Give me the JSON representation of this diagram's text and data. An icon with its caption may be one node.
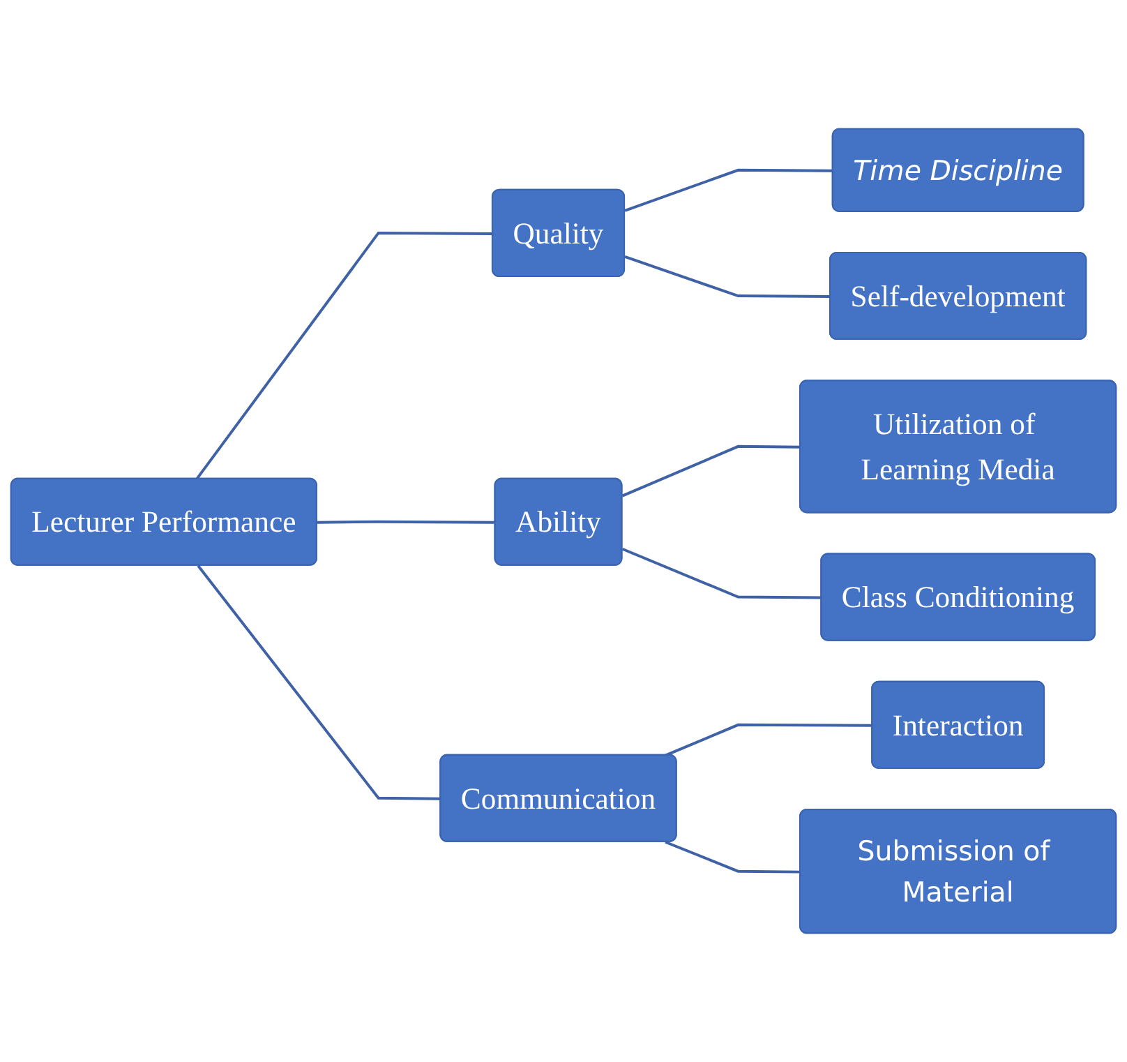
{
  "diagram": {
    "nodes": [
      {
        "text": [
          "Lecturer Performance"
        ]
      },
      {
        "text": [
          "Quality"
        ]
      },
      {
        "text": [
          "Time Discipline"
        ]
      },
      {
        "text": [
          "Self-development"
        ]
      },
      {
        "text": [
          "Ability"
        ]
      },
      {
        "text": [
          "Utilization of Learning Media"
        ]
      },
      {
        "text": [
          "Class Conditioning"
        ]
      },
      {
        "text": [
          "Communication"
        ]
      },
      {
        "text": [
          "Interaction"
        ]
      },
      {
        "text": [
          "Submission of Material"
        ]
      }
    ],
    "edges": [
      {
        "from": 0,
        "to": 1,
        "arrow": "none"
      },
      {
        "from": 0,
        "to": 4,
        "arrow": "none"
      },
      {
        "from": 0,
        "to": 7,
        "arrow": "none"
      },
      {
        "from": 1,
        "to": 2,
        "arrow": "none"
      },
      {
        "from": 1,
        "to": 3,
        "arrow": "none"
      },
      {
        "from": 4,
        "to": 5,
        "arrow": "none"
      },
      {
        "from": 4,
        "to": 6,
        "arrow": "none"
      },
      {
        "from": 7,
        "to": 8,
        "arrow": "none"
      },
      {
        "from": 7,
        "to": 9,
        "arrow": "none"
      }
    ]
  }
}
